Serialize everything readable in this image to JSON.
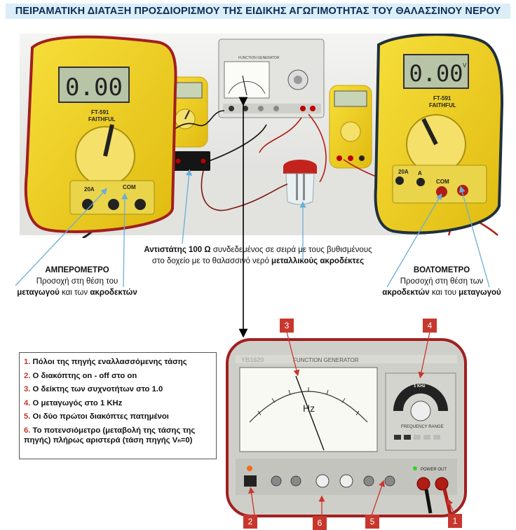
{
  "title": "ΠΕΙΡΑΜΑΤΙΚΗ ΔΙΑΤΑΞΗ ΠΡΟΣΔΙΟΡΙΣΜΟΥ ΤΗΣ ΕΙΔΙΚΗΣ ΑΓΩΓΙΜΟΤΗΤΑΣ ΤΟΥ ΘΑΛΑΣΣΙΝΟΥ ΝΕΡΟΥ",
  "colors": {
    "title_bg": "#dbeef8",
    "title_text": "#0b2d57",
    "meter_yellow": "#f2d41d",
    "tag_red": "#c8372d",
    "frame_red": "#a11f20",
    "frame_dark": "#20303d",
    "arrow_blue": "#6aaed6"
  },
  "meters": {
    "ammeter_display": "0.00",
    "ammeter_brand": "FT-591",
    "ammeter_model": "FAITHFUL",
    "voltmeter_display": "0.00",
    "voltmeter_brand": "FT-591",
    "voltmeter_model": "FAITHFUL",
    "voltmeter_unit": "V",
    "jack_20a": "20A",
    "jack_a": "A",
    "jack_com": "COM"
  },
  "generator": {
    "brand": "YB1620",
    "name": "FUNCTION GENERATOR",
    "scale_unit": "Hz",
    "freq_range_label": "FREQUENCY RANGE",
    "power_label": "POWER OUT",
    "knob_label": "1 KHz"
  },
  "labels": {
    "ammeter": {
      "title": "ΑΜΠΕΡΟΜΕΤΡΟ",
      "line1": "Προσοχή στη θέση του",
      "line2_bold_a": "μεταγωγού",
      "line2_mid": " και των ",
      "line2_bold_b": "ακροδεκτών"
    },
    "resistor": {
      "bold_a": "Αντιστάτης  100 Ω",
      "rest_a": " συνδεδεμένος σε σειρά με τους βυθισμένους",
      "line2_a": "στο δοχείο με το θαλασσινό νερό ",
      "bold_b": "μεταλλικούς  ακροδέκτες"
    },
    "voltmeter": {
      "title": "ΒΟΛΤΟΜΕΤΡΟ",
      "line1": "Προσοχή στη θέση των",
      "line2_bold_a": "ακροδεκτών",
      "line2_mid": " και του ",
      "line2_bold_b": "μεταγωγού"
    }
  },
  "legend": [
    {
      "n": "1.",
      "text": " Πόλοι της πηγής εναλλασσόμενης  τάσης"
    },
    {
      "n": "2.",
      "text": " Ο διακόπτης on - off στο on"
    },
    {
      "n": "3.",
      "text": "  Ο δείκτης των συχνοτήτων  στο 1.0"
    },
    {
      "n": "4.",
      "text": " Ο μεταγωγός στο 1 KHz"
    },
    {
      "n": "5.",
      "text": " Οι δύο πρώτοι  διακόπτες  πατημένοι"
    },
    {
      "n": "6.",
      "text": "  Το ποτενσιόμετρο (μεταβολή  της  τάσης της πηγής) πλήρως αριστερά (τάση  πηγής  Vₙ=0)"
    }
  ],
  "tags": [
    "1",
    "2",
    "3",
    "4",
    "5",
    "6"
  ]
}
